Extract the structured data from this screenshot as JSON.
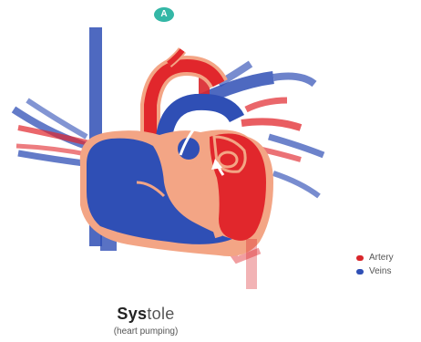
{
  "badge": {
    "label": "A"
  },
  "legend": {
    "items": [
      {
        "label": "Artery",
        "color": "#d9262b"
      },
      {
        "label": "Veins",
        "color": "#2f4fb5"
      }
    ]
  },
  "caption": {
    "title_bold": "Sys",
    "title_rest": "tole",
    "subtitle": "(heart pumping)"
  },
  "colors": {
    "artery": "#e1272c",
    "vein": "#2f4fb5",
    "muscle": "#f3a585"
  }
}
